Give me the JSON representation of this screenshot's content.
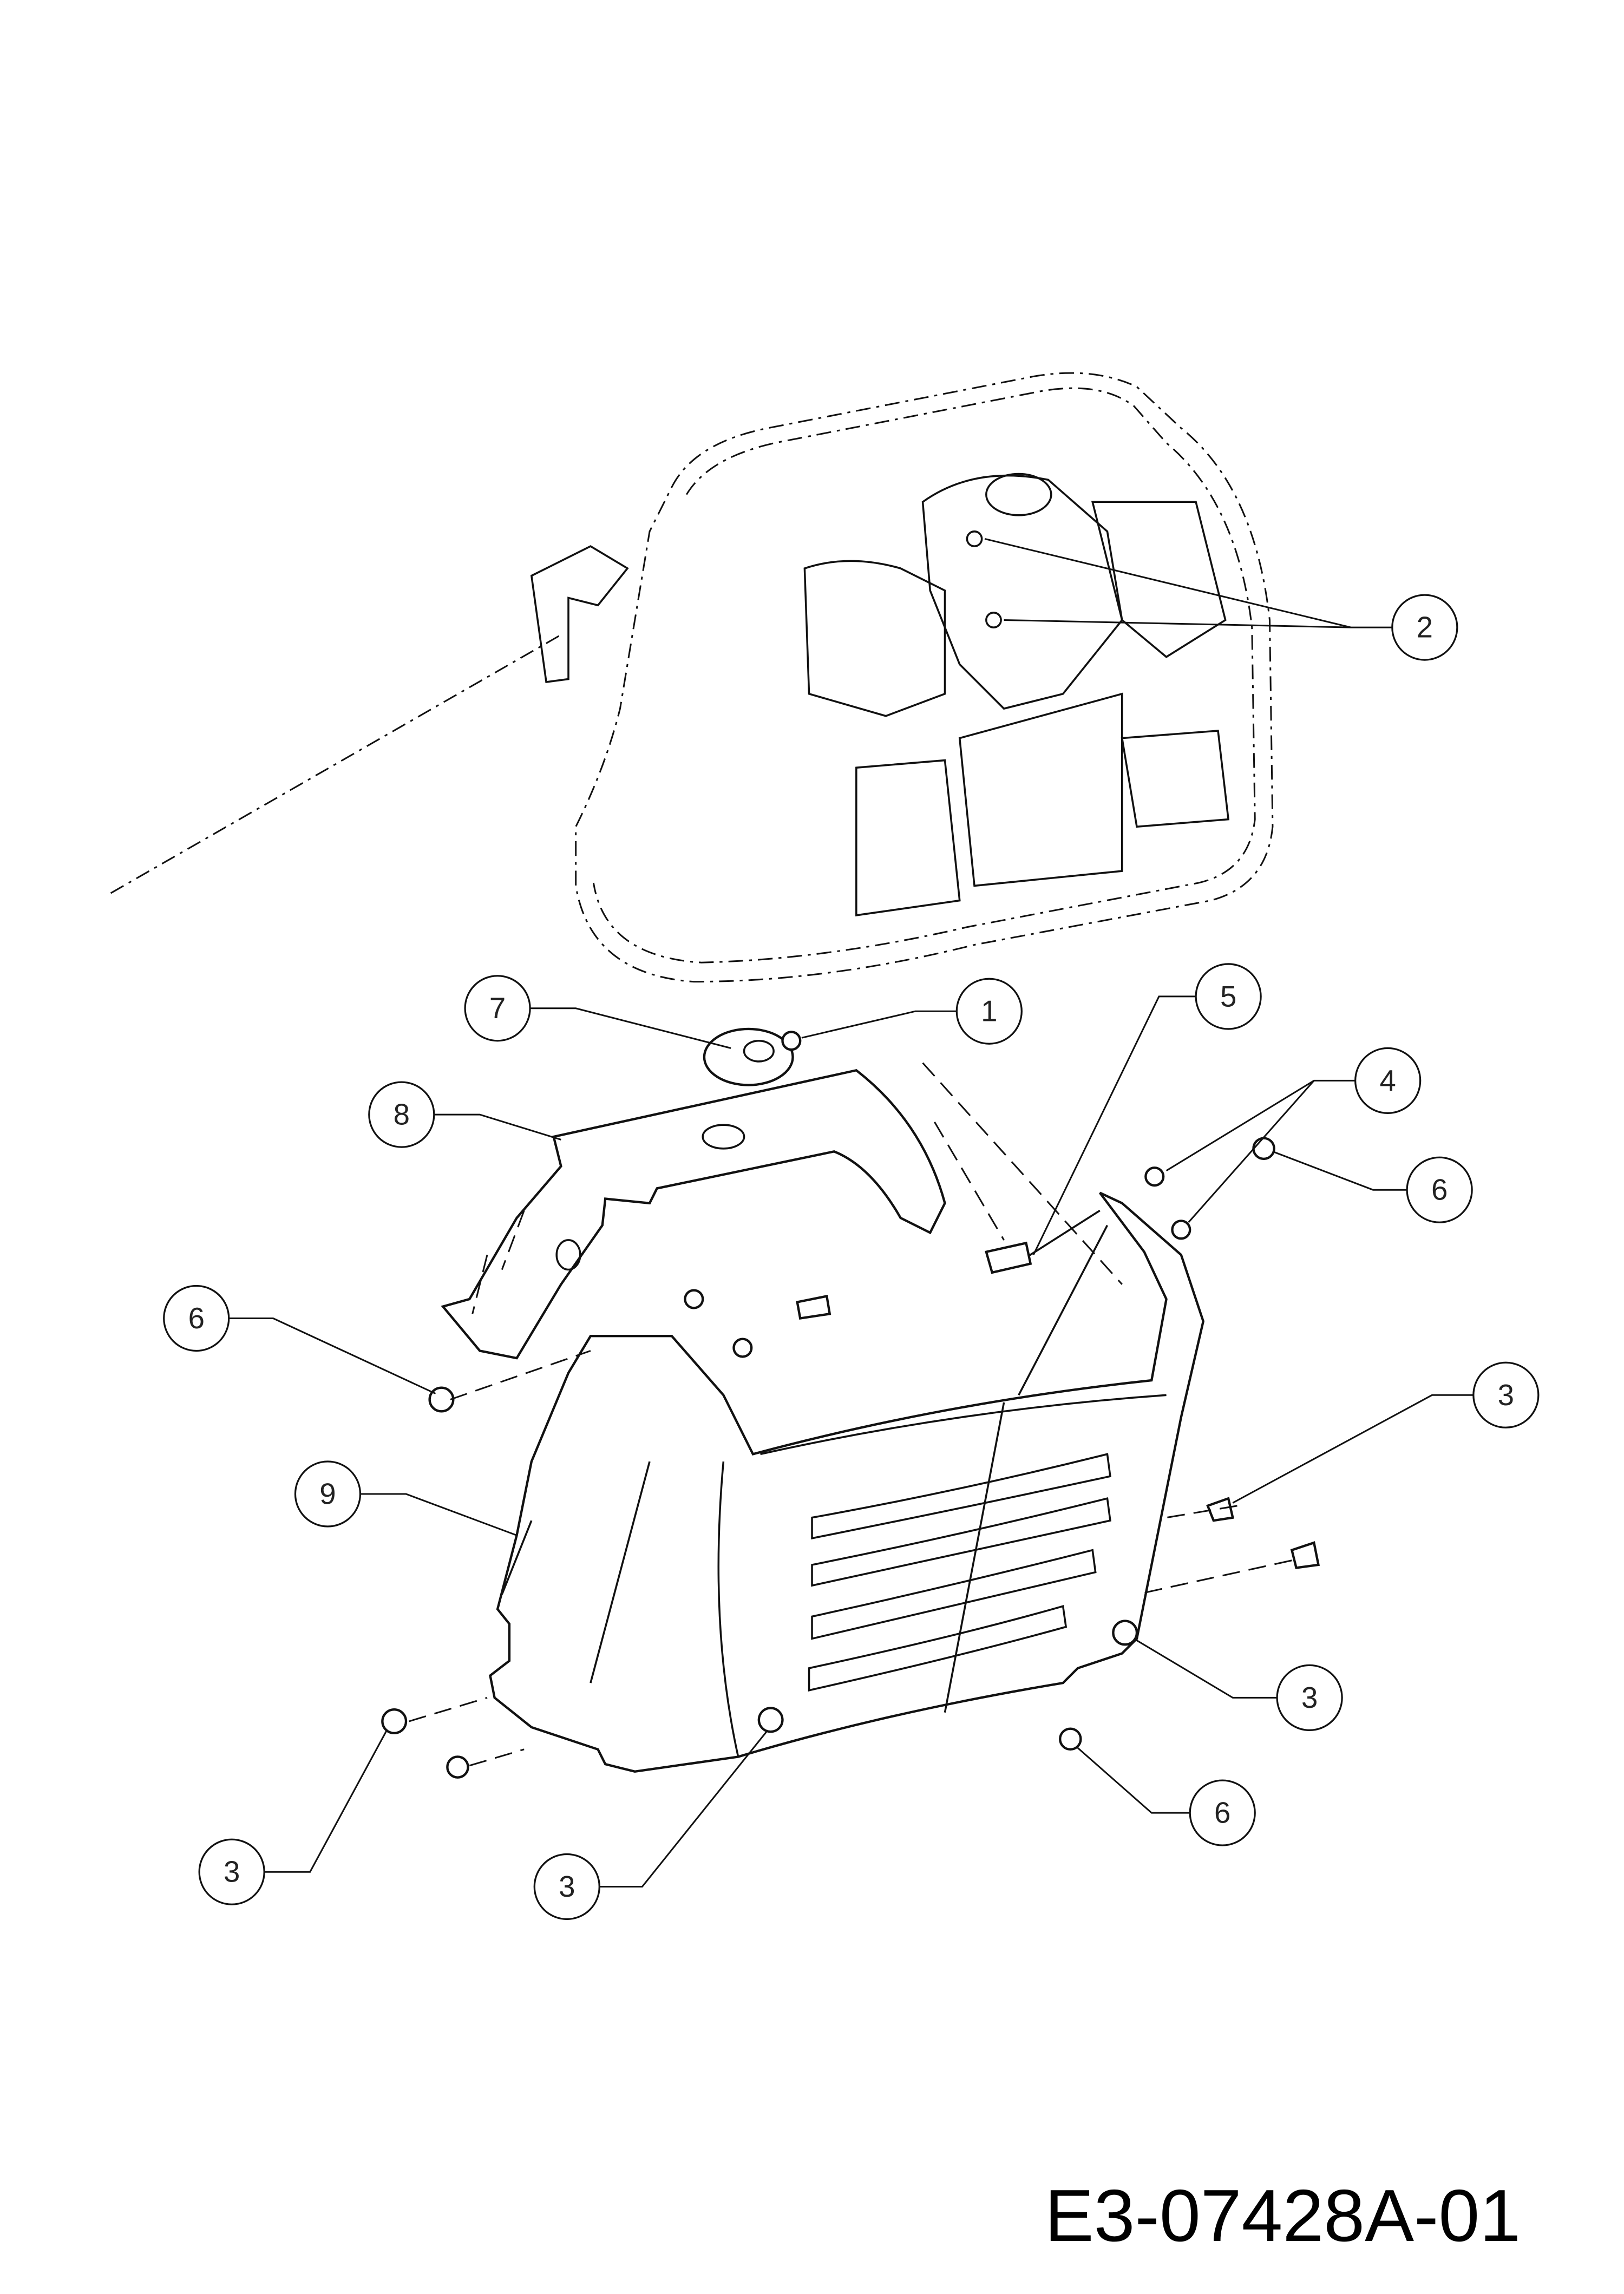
{
  "diagram": {
    "drawing_code": "E3-07428A-01",
    "callouts": {
      "c1": "1",
      "c2": "2",
      "c3a": "3",
      "c3b": "3",
      "c3c": "3",
      "c3d": "3",
      "c4": "4",
      "c5": "5",
      "c6a": "6",
      "c6b": "6",
      "c6c": "6",
      "c7": "7",
      "c8": "8",
      "c9": "9"
    }
  }
}
